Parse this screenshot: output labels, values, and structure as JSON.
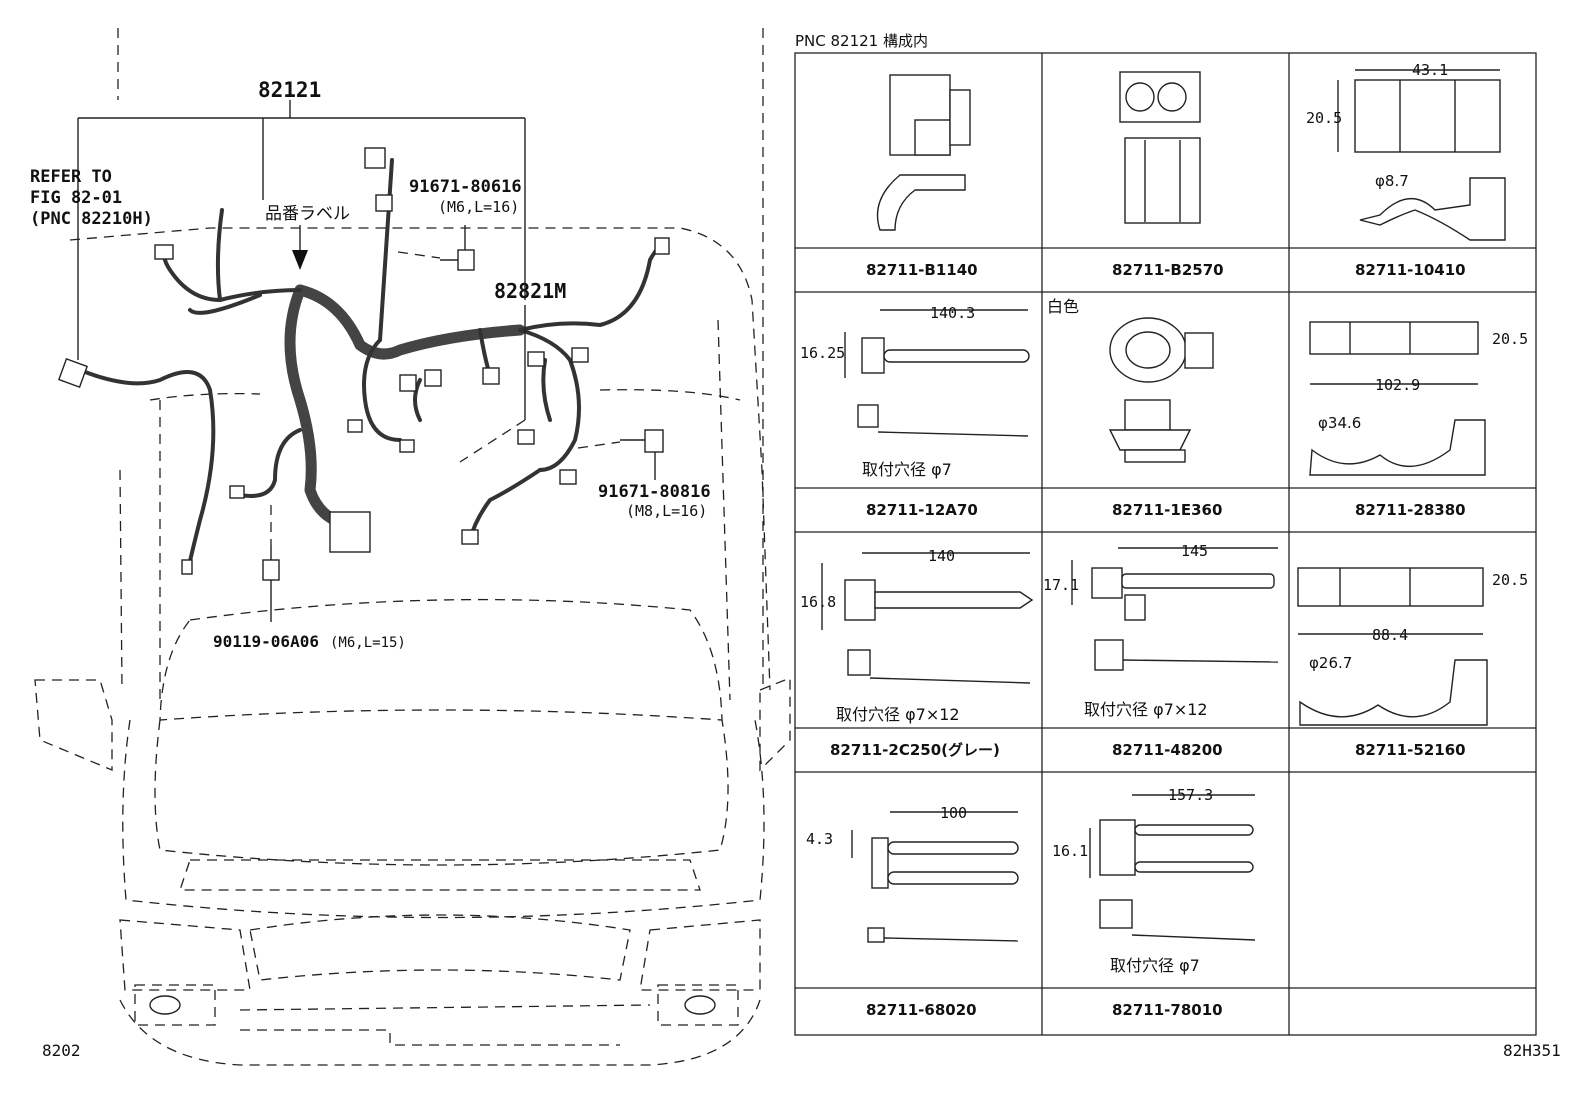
{
  "pnc_header": "PNC 82121 構成内",
  "main_part": "82121",
  "label_part": "品番ラベル",
  "refer": {
    "line1": "REFER TO",
    "line2": "FIG 82-01",
    "line3": "(PNC 82210H)"
  },
  "sub_part": "82821M",
  "bolt_a": {
    "num": "91671-80616",
    "spec": "(M6,L=16)"
  },
  "bolt_b": {
    "num": "91671-80816",
    "spec": "(M8,L=16)"
  },
  "bolt_c": {
    "num": "90119-06A06",
    "spec": "(M6,L=15)"
  },
  "fig_left": "8202",
  "fig_right": "82H351",
  "cells": [
    {
      "part": "82711-B1140",
      "notes": []
    },
    {
      "part": "82711-B2570",
      "notes": []
    },
    {
      "part": "82711-10410",
      "notes": [
        "43.1",
        "20.5",
        "φ8.7"
      ]
    },
    {
      "part": "82711-12A70",
      "notes": [
        "140.3",
        "16.25",
        "取付穴径 φ7"
      ]
    },
    {
      "part": "82711-1E360",
      "notes": [
        "白色"
      ]
    },
    {
      "part": "82711-28380",
      "notes": [
        "20.5",
        "102.9",
        "φ34.6"
      ]
    },
    {
      "part": "82711-2C250(グレー)",
      "notes": [
        "140",
        "16.8",
        "取付穴径 φ7×12"
      ]
    },
    {
      "part": "82711-48200",
      "notes": [
        "145",
        "17.1",
        "取付穴径 φ7×12"
      ]
    },
    {
      "part": "82711-52160",
      "notes": [
        "20.5",
        "88.4",
        "φ26.7"
      ]
    },
    {
      "part": "82711-68020",
      "notes": [
        "100",
        "4.3"
      ]
    },
    {
      "part": "82711-78010",
      "notes": [
        "157.3",
        "16.1",
        "取付穴径 φ7"
      ]
    },
    {
      "part": "",
      "notes": []
    }
  ]
}
